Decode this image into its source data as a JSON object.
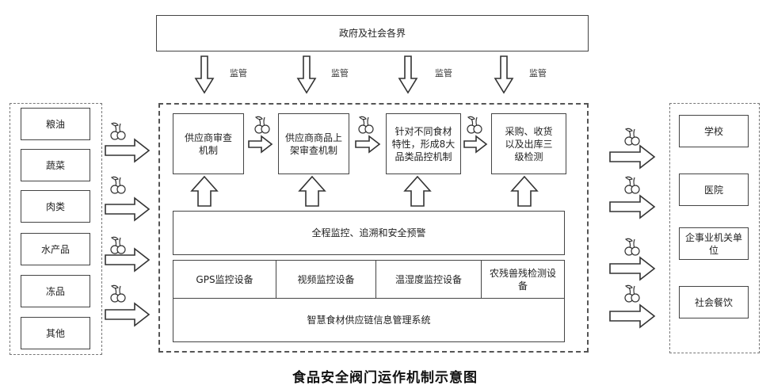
{
  "top_box": "政府及社会各界",
  "supervise_label": "监管",
  "sources": [
    "粮油",
    "蔬菜",
    "肉类",
    "水产品",
    "冻品",
    "其他"
  ],
  "steps": [
    "供应商审查机制",
    "供应商商品上架审查机制",
    "针对不同食材特性，形成8大品类品控机制",
    "采购、收货以及出库三级检测"
  ],
  "monitor_bar": "全程监控、追溯和安全预警",
  "devices": [
    "GPS监控设备",
    "视频监控设备",
    "温湿度监控设备",
    "农残兽残检测设备"
  ],
  "system_bar": "智慧食材供应链信息管理系统",
  "destinations": [
    "学校",
    "医院",
    "企事业机关单位",
    "社会餐饮"
  ],
  "caption": "食品安全阀门运作机制示意图"
}
